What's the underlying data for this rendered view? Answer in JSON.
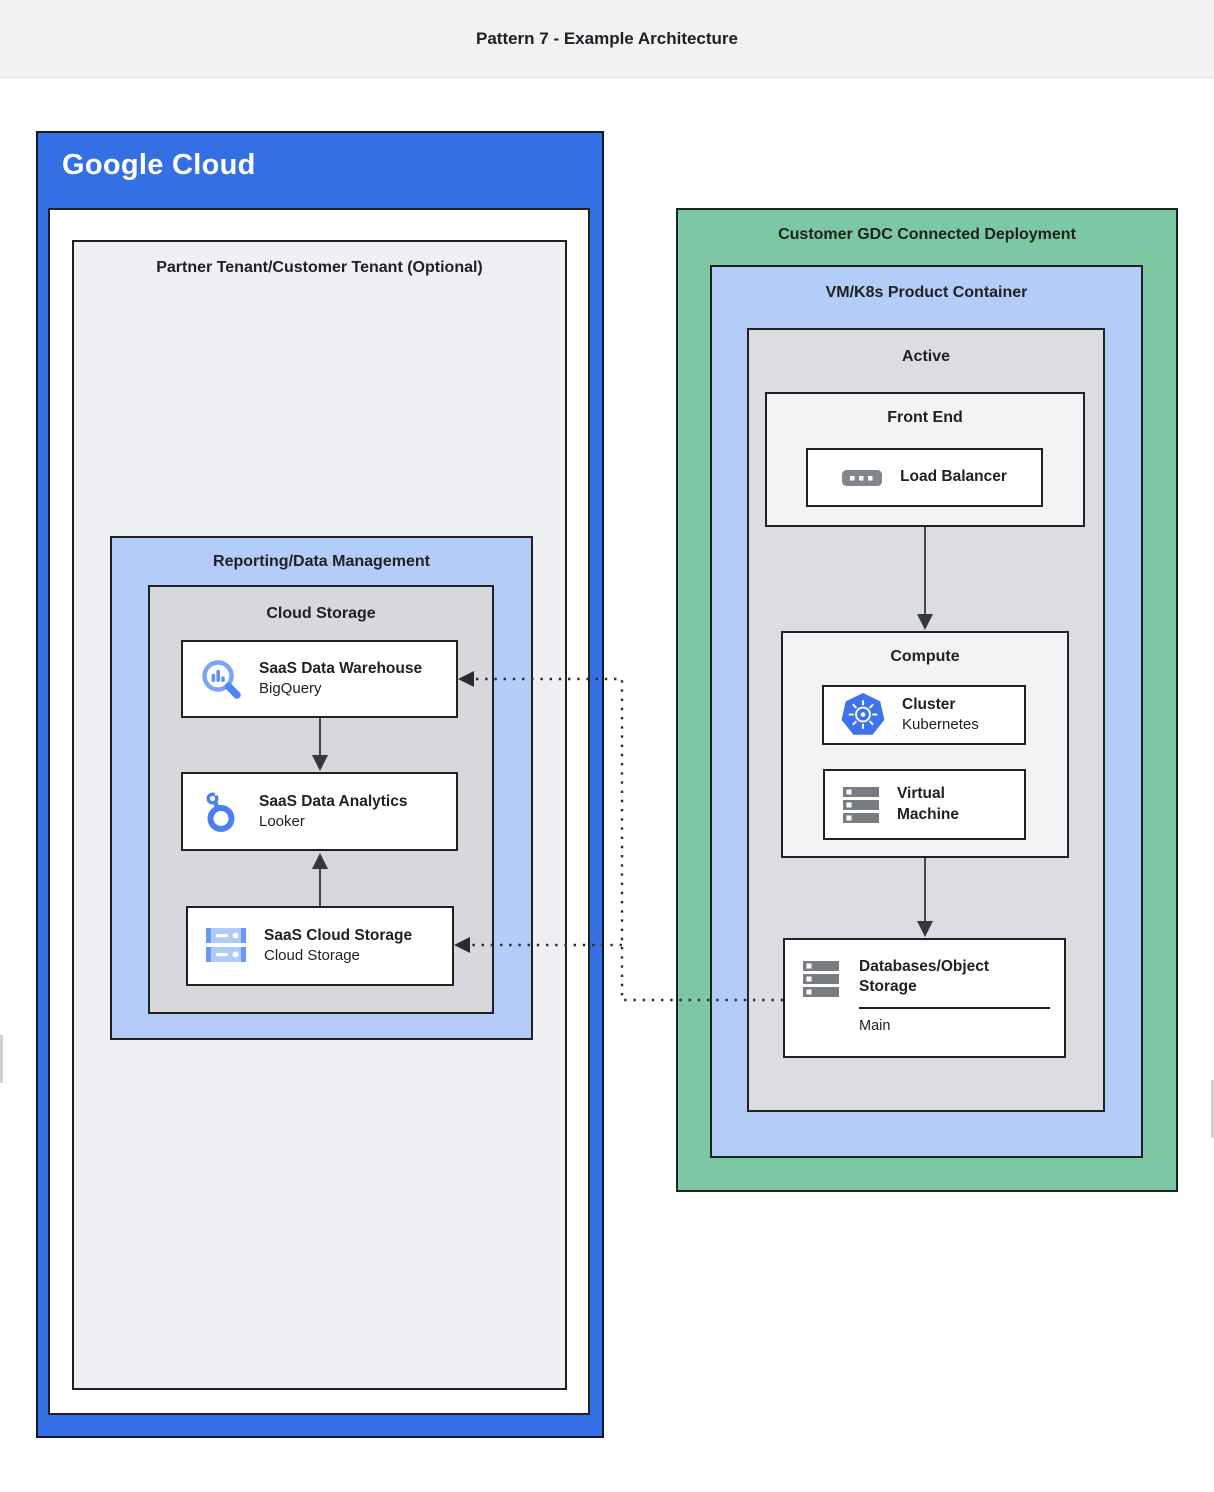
{
  "header": {
    "title": "Pattern 7 - Example Architecture"
  },
  "google_cloud": {
    "logo_text": "Google Cloud",
    "partner_tenant_title": "Partner Tenant/Customer Tenant (Optional)",
    "reporting_title": "Reporting/Data Management",
    "cloud_storage_group_title": "Cloud Storage",
    "warehouse": {
      "title": "SaaS Data Warehouse",
      "subtitle": "BigQuery"
    },
    "analytics": {
      "title": "SaaS Data Analytics",
      "subtitle": "Looker"
    },
    "saas_storage": {
      "title": "SaaS Cloud Storage",
      "subtitle": "Cloud Storage"
    }
  },
  "gdc": {
    "title": "Customer GDC Connected Deployment",
    "vmk8s_title": "VM/K8s Product Container",
    "active_title": "Active",
    "front_end": {
      "title": "Front End",
      "load_balancer_label": "Load Balancer"
    },
    "compute": {
      "title": "Compute",
      "cluster": {
        "title": "Cluster",
        "subtitle": "Kubernetes"
      },
      "virtual_machine": {
        "title": "Virtual Machine"
      }
    },
    "databases": {
      "title": "Databases/Object Storage",
      "footer": "Main"
    }
  },
  "icons": {
    "warehouse": "bigquery-icon",
    "analytics": "looker-icon",
    "saas_storage": "cloud-storage-icon",
    "load_balancer": "load-balancer-icon",
    "cluster": "kubernetes-icon",
    "virtual_machine": "server-stack-icon",
    "databases": "server-stack-icon"
  },
  "colors": {
    "google_blue": "#3470e4",
    "gdc_green": "#7dc8a3",
    "container_blue": "#b4ccf8",
    "container_gray": "#d6d8db",
    "active_gray": "#dcdde0",
    "light_panel": "#f1f3f4",
    "partner_panel": "#eef0f3",
    "border_dark": "#202124",
    "text": "#202124",
    "icon_blue": "#4c80f1",
    "icon_gray": "#797c80",
    "arrow": "#3c4043"
  }
}
